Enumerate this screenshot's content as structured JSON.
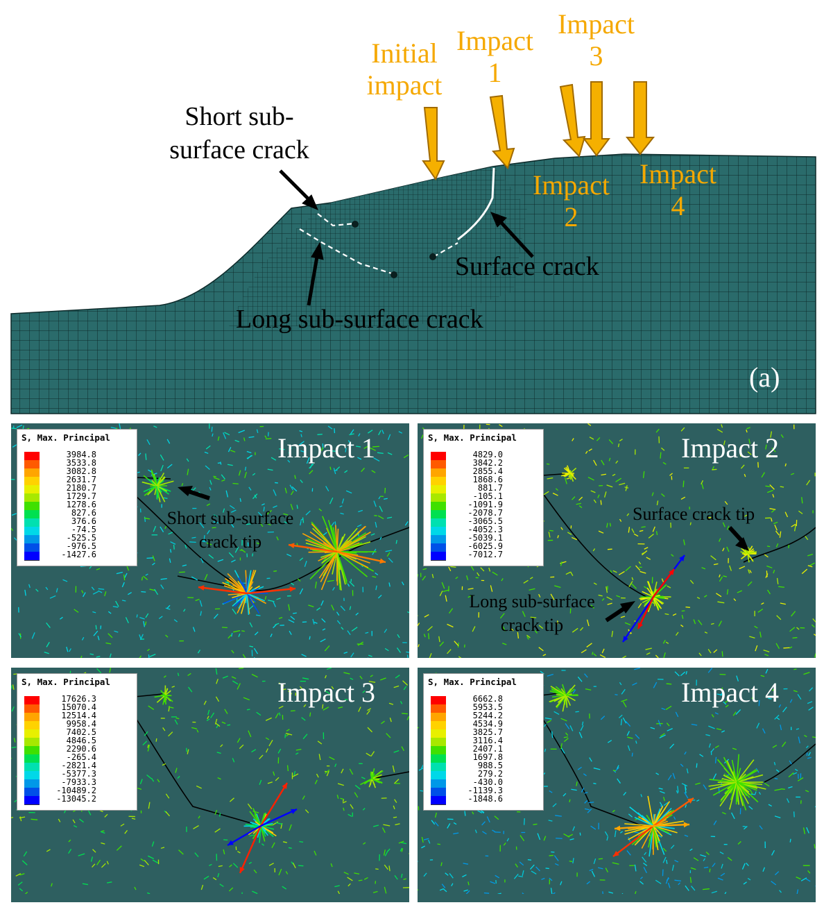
{
  "top": {
    "label_initial": "Initial impact",
    "label_initial_l1": "Initial",
    "label_initial_l2": "impact",
    "impact1_l1": "Impact",
    "impact1_l2": "1",
    "impact2_l1": "Impact",
    "impact2_l2": "2",
    "impact3_l1": "Impact",
    "impact3_l2": "3",
    "impact4_l1": "Impact",
    "impact4_l2": "4",
    "short_crack_l1": "Short sub-",
    "short_crack_l2": "surface crack",
    "surface_crack": "Surface crack",
    "long_crack": "Long sub-surface crack",
    "panel_tag": "(a)"
  },
  "colors": {
    "mesh_fill": "#2a6b6b",
    "mesh_line": "#0d2a2a",
    "panel_bg": "#2e5f60",
    "orange": "#f5a800",
    "arrow_fill": "#f5b000",
    "arrow_stroke": "#a06a00"
  },
  "panels": [
    {
      "title": "Impact 1",
      "legend_title": "S, Max. Principal",
      "values": [
        "3984.8",
        "3533.8",
        "3082.8",
        "2631.7",
        "2180.7",
        "1729.7",
        "1278.6",
        "827.6",
        "376.6",
        "-74.5",
        "-525.5",
        "-976.5",
        "-1427.6"
      ],
      "annotation_l1": "Short sub-surface",
      "annotation_l2": "crack tip"
    },
    {
      "title": "Impact 2",
      "legend_title": "S, Max. Principal",
      "values": [
        "4829.0",
        "3842.2",
        "2855.4",
        "1868.6",
        "881.7",
        "-105.1",
        "-1091.9",
        "-2078.7",
        "-3065.5",
        "-4052.3",
        "-5039.1",
        "-6025.9",
        "-7012.7"
      ],
      "annotation_a": "Surface crack tip",
      "annotation_b_l1": "Long sub-surface",
      "annotation_b_l2": "crack tip"
    },
    {
      "title": "Impact 3",
      "legend_title": "S, Max. Principal",
      "values": [
        "17626.3",
        "15070.4",
        "12514.4",
        "9958.4",
        "7402.5",
        "4846.5",
        "2290.6",
        "-265.4",
        "-2821.4",
        "-5377.3",
        "-7933.3",
        "-10489.2",
        "-13045.2"
      ]
    },
    {
      "title": "Impact 4",
      "legend_title": "S, Max. Principal",
      "values": [
        "6662.8",
        "5953.5",
        "5244.2",
        "4534.9",
        "3825.7",
        "3116.4",
        "2407.1",
        "1697.8",
        "988.5",
        "279.2",
        "-430.0",
        "-1139.3",
        "-1848.6"
      ]
    }
  ],
  "legend_colors": [
    "#ff0000",
    "#ff5a00",
    "#ffa500",
    "#ffd200",
    "#e8f000",
    "#a8e800",
    "#40e000",
    "#00e050",
    "#00e0b0",
    "#00d8e8",
    "#0098e8",
    "#0050e8",
    "#0000ff"
  ]
}
